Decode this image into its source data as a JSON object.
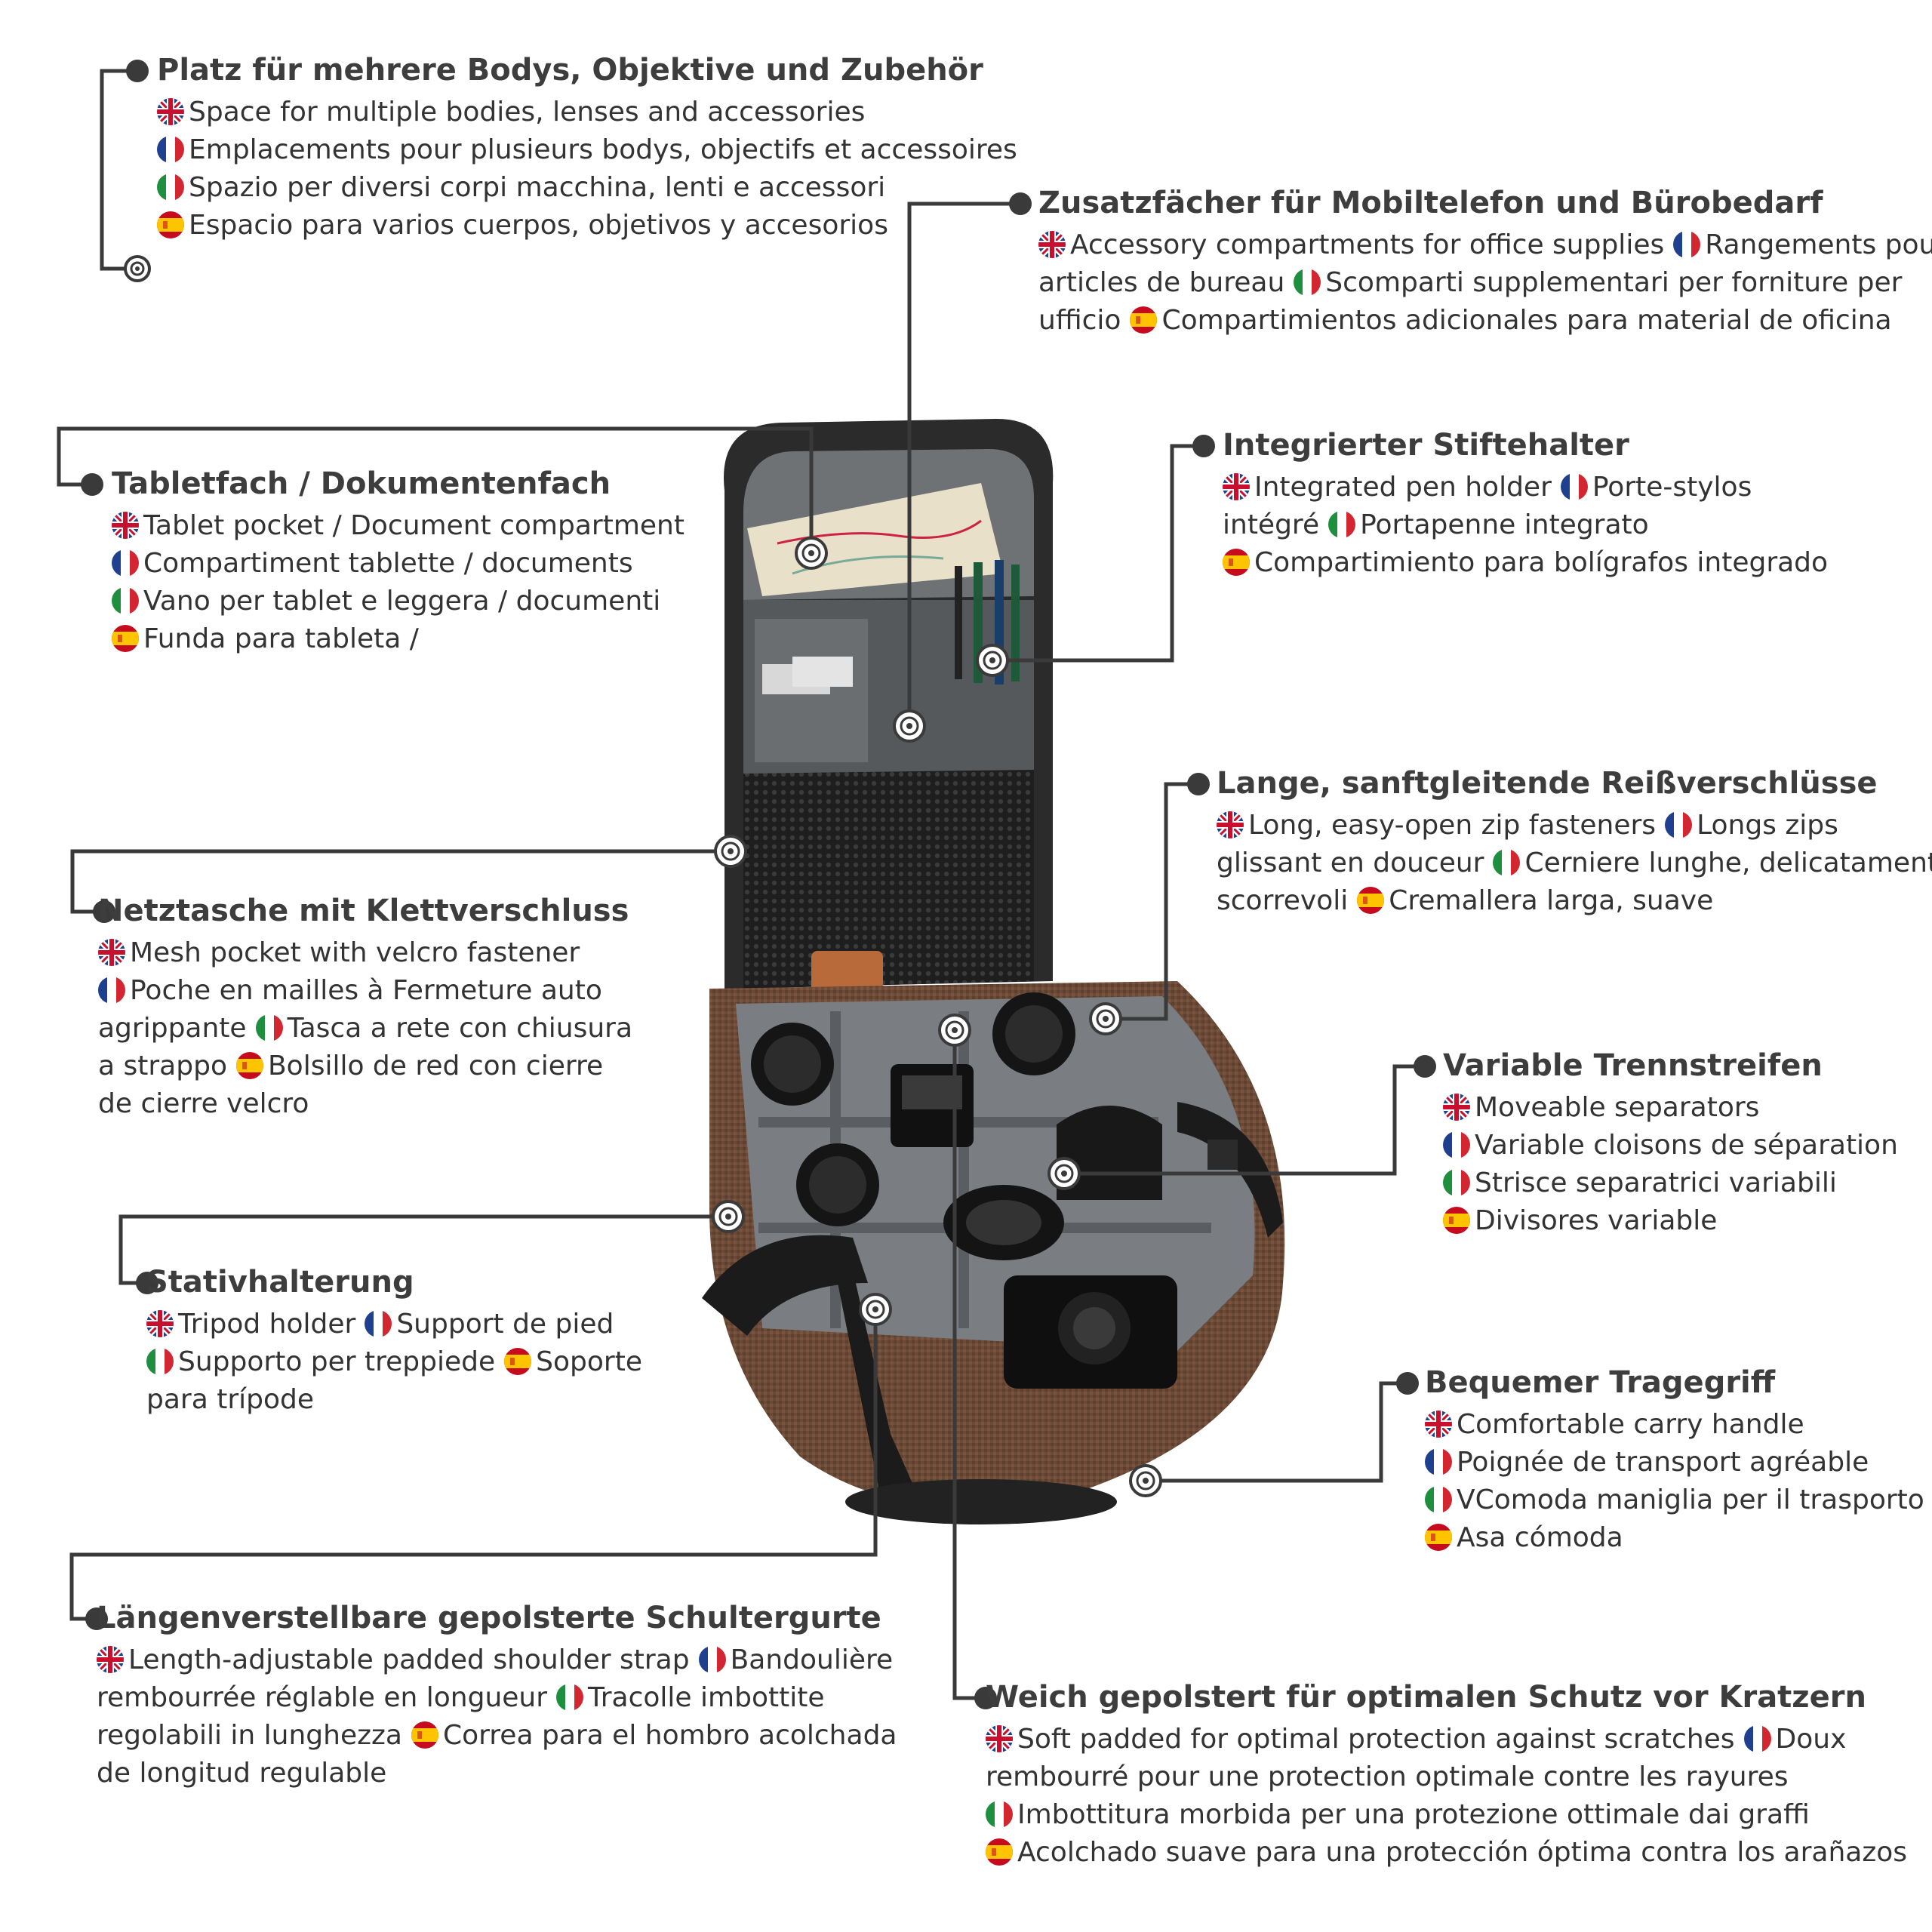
{
  "colors": {
    "line": "#3a3a3a",
    "heading": "#3d3d3d",
    "text": "#333333",
    "bag_brown": "#6b4a36",
    "bag_dark": "#2a2a2a",
    "lining": "#8a8d90"
  },
  "icons": {
    "uk": "flag-uk-icon",
    "fr": "flag-fr-icon",
    "it": "flag-it-icon",
    "es": "flag-es-icon",
    "marker": "target-marker-icon"
  },
  "callouts": [
    {
      "id": "bodies",
      "title": "Platz für mehrere Bodys, Objektive und Zubehör",
      "lines": [
        [
          {
            "flag": "uk",
            "text": "Space for multiple bodies, lenses and accessories"
          }
        ],
        [
          {
            "flag": "fr",
            "text": "Emplacements pour plusieurs bodys, objectifs et accessoires"
          }
        ],
        [
          {
            "flag": "it",
            "text": "Spazio per diversi corpi macchina, lenti e accessori"
          }
        ],
        [
          {
            "flag": "es",
            "text": "Espacio para varios cuerpos, objetivos y accesorios"
          }
        ]
      ]
    },
    {
      "id": "extra",
      "title": "Zusatzfächer für Mobiltelefon und Bürobedarf",
      "lines": [
        [
          {
            "flag": "uk",
            "text": "Accessory compartments for office supplies"
          },
          {
            "flag": "fr",
            "text": "Rangements pour"
          }
        ],
        [
          {
            "flag": null,
            "text": "articles de bureau"
          },
          {
            "flag": "it",
            "text": "Scomparti supplementari per forniture per"
          }
        ],
        [
          {
            "flag": null,
            "text": "ufficio"
          },
          {
            "flag": "es",
            "text": "Compartimientos adicionales para material de oficina"
          }
        ]
      ]
    },
    {
      "id": "tablet",
      "title": "Tabletfach / Dokumentenfach",
      "lines": [
        [
          {
            "flag": "uk",
            "text": "Tablet pocket / Document compartment"
          }
        ],
        [
          {
            "flag": "fr",
            "text": "Compartiment tablette / documents"
          }
        ],
        [
          {
            "flag": "it",
            "text": "Vano per tablet e leggera / documenti"
          }
        ],
        [
          {
            "flag": "es",
            "text": "Funda para tableta /"
          }
        ]
      ]
    },
    {
      "id": "pen",
      "title": "Integrierter Stiftehalter",
      "lines": [
        [
          {
            "flag": "uk",
            "text": "Integrated pen holder"
          },
          {
            "flag": "fr",
            "text": "Porte-stylos"
          }
        ],
        [
          {
            "flag": null,
            "text": "intégré"
          },
          {
            "flag": "it",
            "text": "Portapenne integrato"
          }
        ],
        [
          {
            "flag": "es",
            "text": "Compartimiento para bolígrafos integrado"
          }
        ]
      ]
    },
    {
      "id": "zip",
      "title": "Lange, sanftgleitende Reißverschlüsse",
      "lines": [
        [
          {
            "flag": "uk",
            "text": "Long, easy-open zip fasteners"
          },
          {
            "flag": "fr",
            "text": "Longs zips"
          }
        ],
        [
          {
            "flag": null,
            "text": "glissant en douceur"
          },
          {
            "flag": "it",
            "text": "Cerniere lunghe, delicatamente"
          }
        ],
        [
          {
            "flag": null,
            "text": "scorrevoli"
          },
          {
            "flag": "es",
            "text": "Cremallera larga, suave"
          }
        ]
      ]
    },
    {
      "id": "mesh",
      "title": "Netztasche mit Klettverschluss",
      "lines": [
        [
          {
            "flag": "uk",
            "text": "Mesh pocket with velcro fastener"
          }
        ],
        [
          {
            "flag": "fr",
            "text": "Poche en mailles à Fermeture auto"
          }
        ],
        [
          {
            "flag": null,
            "text": "agrippante"
          },
          {
            "flag": "it",
            "text": "Tasca a rete con chiusura"
          }
        ],
        [
          {
            "flag": null,
            "text": "a strappo"
          },
          {
            "flag": "es",
            "text": "Bolsillo de red con cierre"
          }
        ],
        [
          {
            "flag": null,
            "text": "de cierre velcro"
          }
        ]
      ]
    },
    {
      "id": "sep",
      "title": "Variable Trennstreifen",
      "lines": [
        [
          {
            "flag": "uk",
            "text": "Moveable separators"
          }
        ],
        [
          {
            "flag": "fr",
            "text": "Variable cloisons de séparation"
          }
        ],
        [
          {
            "flag": "it",
            "text": "Strisce separatrici variabili"
          }
        ],
        [
          {
            "flag": "es",
            "text": "Divisores variable"
          }
        ]
      ]
    },
    {
      "id": "tripod",
      "title": "Stativhalterung",
      "lines": [
        [
          {
            "flag": "uk",
            "text": "Tripod holder"
          },
          {
            "flag": "fr",
            "text": "Support de pied"
          }
        ],
        [
          {
            "flag": "it",
            "text": "Supporto per treppiede"
          },
          {
            "flag": "es",
            "text": "Soporte"
          }
        ],
        [
          {
            "flag": null,
            "text": "para trípode"
          }
        ]
      ]
    },
    {
      "id": "handle",
      "title": "Bequemer Tragegriff",
      "lines": [
        [
          {
            "flag": "uk",
            "text": "Comfortable carry handle"
          }
        ],
        [
          {
            "flag": "fr",
            "text": "Poignée de transport agréable"
          }
        ],
        [
          {
            "flag": "it",
            "text": "VComoda maniglia per il trasporto"
          }
        ],
        [
          {
            "flag": "es",
            "text": "Asa cómoda"
          }
        ]
      ]
    },
    {
      "id": "strap",
      "title": "Längenverstellbare gepolsterte Schultergurte",
      "lines": [
        [
          {
            "flag": "uk",
            "text": "Length-adjustable padded shoulder strap"
          },
          {
            "flag": "fr",
            "text": "Bandoulière"
          }
        ],
        [
          {
            "flag": null,
            "text": "rembourrée réglable en longueur"
          },
          {
            "flag": "it",
            "text": "Tracolle imbottite"
          }
        ],
        [
          {
            "flag": null,
            "text": "regolabili in lunghezza"
          },
          {
            "flag": "es",
            "text": "Correa para el hombro acolchada"
          }
        ],
        [
          {
            "flag": null,
            "text": "de longitud regulable"
          }
        ]
      ]
    },
    {
      "id": "padded",
      "title": "Weich gepolstert für optimalen Schutz vor Kratzern",
      "lines": [
        [
          {
            "flag": "uk",
            "text": "Soft padded for optimal protection against scratches"
          },
          {
            "flag": "fr",
            "text": "Doux"
          }
        ],
        [
          {
            "flag": null,
            "text": "rembourré pour une protection optimale contre les rayures"
          }
        ],
        [
          {
            "flag": "it",
            "text": "Imbottitura morbida per una protezione ottimale dai graffi"
          }
        ],
        [
          {
            "flag": "es",
            "text": "Acolchado suave para una protección óptima contra los arañazos"
          }
        ]
      ]
    }
  ]
}
